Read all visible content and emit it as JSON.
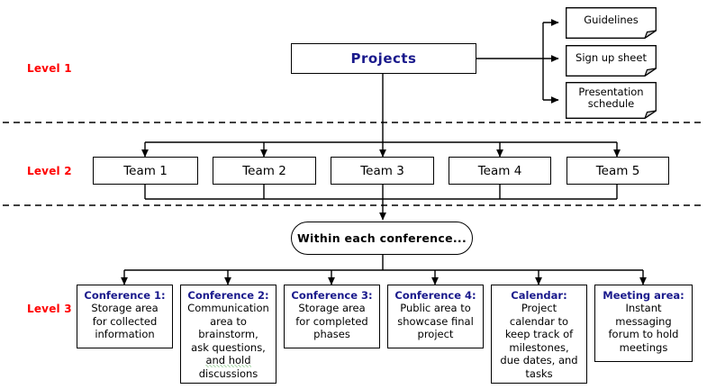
{
  "diagram": {
    "title": "Projects hierarchy diagram",
    "colors": {
      "level_label": "#ff0000",
      "heading_text": "#1a1a8c",
      "body_text": "#000000",
      "line": "#000000",
      "fold": "#c8c8c8",
      "spellcheck_underline": "#0a8a0a",
      "background": "#ffffff"
    },
    "levels": [
      {
        "label": "Level 1"
      },
      {
        "label": "Level 2"
      },
      {
        "label": "Level 3"
      }
    ],
    "root": {
      "label": "Projects"
    },
    "documents": [
      {
        "label": "Guidelines"
      },
      {
        "label": "Sign up sheet"
      },
      {
        "label": "Presentation schedule",
        "line1": "Presentation",
        "line2": "schedule"
      }
    ],
    "teams": [
      {
        "label": "Team 1"
      },
      {
        "label": "Team 2"
      },
      {
        "label": "Team 3"
      },
      {
        "label": "Team 4"
      },
      {
        "label": "Team 5"
      }
    ],
    "connector": {
      "label": "Within each conference..."
    },
    "cards": [
      {
        "title": "Conference 1:",
        "body": "Storage area for collected information",
        "lines": [
          "Storage area",
          "for collected",
          "information"
        ]
      },
      {
        "title": "Conference 2:",
        "body": "Communication area to brainstorm, ask questions, and hold discussions",
        "lines": [
          "Communication",
          "area to",
          "brainstorm,",
          "ask questions,",
          "and hold",
          "discussions"
        ],
        "misspelled_line_index": 4
      },
      {
        "title": "Conference 3:",
        "body": "Storage area for completed phases",
        "lines": [
          "Storage area",
          "for completed",
          "phases"
        ]
      },
      {
        "title": "Conference 4:",
        "body": "Public area to showcase final project",
        "lines": [
          "Public area to",
          "showcase final",
          "project"
        ]
      },
      {
        "title": "Calendar:",
        "body": "Project calendar to keep track of milestones, due dates, and tasks",
        "lines": [
          "Project",
          "calendar to",
          "keep track of",
          "milestones,",
          "due dates, and",
          "tasks"
        ]
      },
      {
        "title": "Meeting area:",
        "body": "Instant messaging forum to hold meetings",
        "lines": [
          "Instant",
          "messaging",
          "forum to hold",
          "meetings"
        ]
      }
    ]
  }
}
